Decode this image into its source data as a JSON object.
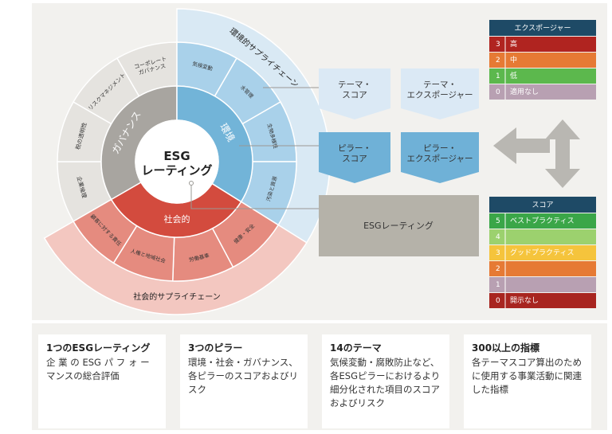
{
  "diagram": {
    "center": "ESG\nレーティング",
    "pillars": {
      "governance": "ガバナンス",
      "environment": "環境",
      "social": "社会的"
    },
    "outer_labels": {
      "environment_supply_chain": "環境的サプライチェーン",
      "social_supply_chain": "社会的サプライチェーン"
    },
    "governance_themes": [
      "コーポレート\nガバナンス",
      "リスクマネジメント",
      "税の透明性",
      "企業倫理"
    ],
    "environment_themes": [
      "気候変動",
      "水管理",
      "生物多様性",
      "汚染と資源"
    ],
    "social_themes": [
      "顧客に対する責任",
      "人権と地域社会",
      "労働基準",
      "健康・安全"
    ],
    "boxes": {
      "theme_score": "テーマ・\nスコア",
      "theme_exposure": "テーマ・\nエクスポージャー",
      "pillar_score": "ピラー・\nスコア",
      "pillar_exposure": "ピラー・\nエクスポージャー",
      "esg_rating": "ESGレーティング"
    },
    "colors": {
      "governance": "#a8a5a0",
      "environment": "#72b4d8",
      "social": "#d34b3e"
    }
  },
  "exposure_legend": {
    "title": "エクスポージャー",
    "rows": [
      {
        "n": "3",
        "label": "高",
        "color": "#b02420"
      },
      {
        "n": "2",
        "label": "中",
        "color": "#e67a34"
      },
      {
        "n": "1",
        "label": "低",
        "color": "#5cb84d"
      },
      {
        "n": "0",
        "label": "適用なし",
        "color": "#b8a0b2"
      }
    ]
  },
  "score_legend": {
    "title": "スコア",
    "rows": [
      {
        "n": "5",
        "label": "ベストプラクティス",
        "color": "#3aa648"
      },
      {
        "n": "4",
        "label": "",
        "color": "#9cd16e"
      },
      {
        "n": "3",
        "label": "グッドプラクティス",
        "color": "#f5c43c"
      },
      {
        "n": "2",
        "label": "",
        "color": "#e67a34"
      },
      {
        "n": "1",
        "label": "",
        "color": "#b8a0b2"
      },
      {
        "n": "0",
        "label": "開示なし",
        "color": "#a82520"
      }
    ]
  },
  "cards": [
    {
      "title": "1つのESGレーティング",
      "desc": "企 業 の ESG パ フ ォ ー マンスの総合評価"
    },
    {
      "title": "3つのピラー",
      "desc": "環境・社会・ガバナンス、各ピラーのスコアおよびリスク"
    },
    {
      "title": "14のテーマ",
      "desc": "気候変動・腐敗防止など、各ESGピラーにおけるより細分化された項目のスコアおよびリスク"
    },
    {
      "title": "300以上の指標",
      "desc": "各テーマスコア算出のために使用する事業活動に関連した指標"
    }
  ]
}
